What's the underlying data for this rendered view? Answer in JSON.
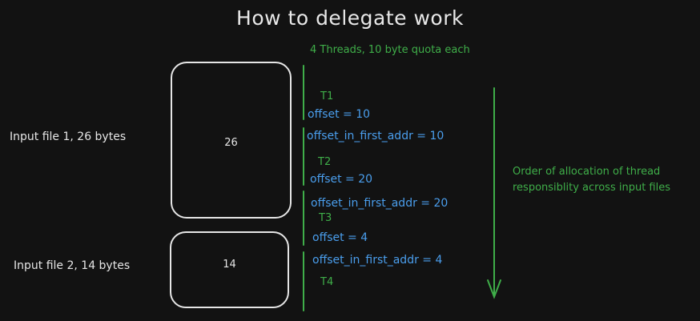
{
  "title": "How to delegate work",
  "subtitle": "4 Threads, 10 byte quota each",
  "files": [
    {
      "label": "Input file 1, 26 bytes",
      "size": "26"
    },
    {
      "label": "Input file 2, 14 bytes",
      "size": "14"
    }
  ],
  "threads": [
    {
      "name": "T1",
      "offset": "offset = 10"
    },
    {
      "name": "T2",
      "offset_in_first_addr": "offset_in_first_addr = 10",
      "offset": "offset = 20"
    },
    {
      "name": "T3",
      "offset_in_first_addr": "offset_in_first_addr = 20",
      "offset": "offset = 4"
    },
    {
      "name": "T4",
      "offset_in_first_addr": "offset_in_first_addr = 4"
    }
  ],
  "order_note": {
    "line1": "Order of allocation of thread",
    "line2": "responsiblity across input files"
  },
  "colors": {
    "green": "#3fae49",
    "blue": "#4a9eed",
    "white": "#e6e6e6",
    "background": "#121212"
  }
}
